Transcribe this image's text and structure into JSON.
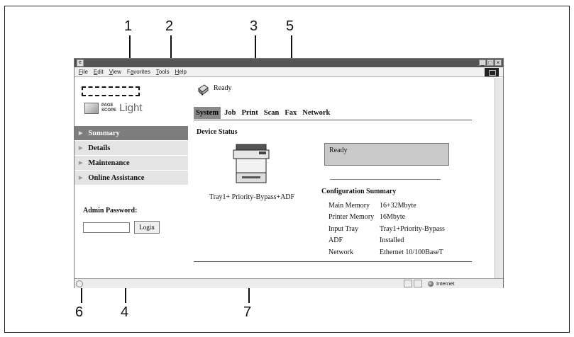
{
  "callouts": {
    "c1": "1",
    "c2": "2",
    "c3": "3",
    "c4": "4",
    "c5": "5",
    "c6": "6",
    "c7": "7"
  },
  "menubar": {
    "items": [
      {
        "pre": "",
        "u": "F",
        "post": "ile"
      },
      {
        "pre": "",
        "u": "E",
        "post": "dit"
      },
      {
        "pre": "",
        "u": "V",
        "post": "iew"
      },
      {
        "pre": "F",
        "u": "a",
        "post": "vorites"
      },
      {
        "pre": "",
        "u": "T",
        "post": "ools"
      },
      {
        "pre": "",
        "u": "H",
        "post": "elp"
      }
    ]
  },
  "window_buttons": [
    "_",
    "□",
    "×"
  ],
  "logo": {
    "mark_top": "PAGE",
    "mark_bottom": "SCOPE",
    "light": "Light"
  },
  "nav": {
    "items": [
      "Summary",
      "Details",
      "Maintenance",
      "Online Assistance"
    ],
    "active_index": 0
  },
  "admin": {
    "label": "Admin Password:",
    "input_value": "",
    "login_label": "Login"
  },
  "header": {
    "status": "Ready"
  },
  "tabs": [
    "System",
    "Job",
    "Print",
    "Scan",
    "Fax",
    "Network"
  ],
  "main": {
    "section_title": "Device Status",
    "printer_caption": "Tray1+ Priority-Bypass+ADF",
    "status_box_text": "Ready",
    "config_title": "Configuration Summary",
    "config_rows": [
      {
        "key": "Main Memory",
        "value": "16+32Mbyte"
      },
      {
        "key": "Printer Memory",
        "value": "16Mbyte"
      },
      {
        "key": "Input Tray",
        "value": "Tray1+Priority-Bypass"
      },
      {
        "key": "ADF",
        "value": "Installed"
      },
      {
        "key": "Network",
        "value": "Ethernet 10/100BaseT"
      }
    ]
  },
  "statusbar": {
    "zone": "Internet"
  },
  "colors": {
    "active_nav": "#7d7d7d",
    "nav_bg": "#e4e4e4",
    "active_tab": "#8a8a8a",
    "status_box": "#c9c9c9",
    "titlebar": "#555555"
  }
}
